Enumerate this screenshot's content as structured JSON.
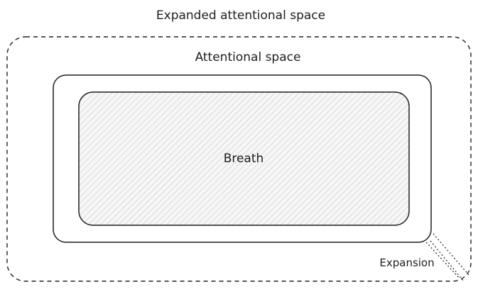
{
  "diagram": {
    "outer_label": "Expanded attentional space",
    "middle_label": "Attentional space",
    "inner_label": "Breath",
    "expansion_label": "Expansion"
  },
  "colors": {
    "stroke": "#1e1e1e",
    "hatch": "#c8c8c8",
    "inner_fill": "#f4f4f4"
  }
}
